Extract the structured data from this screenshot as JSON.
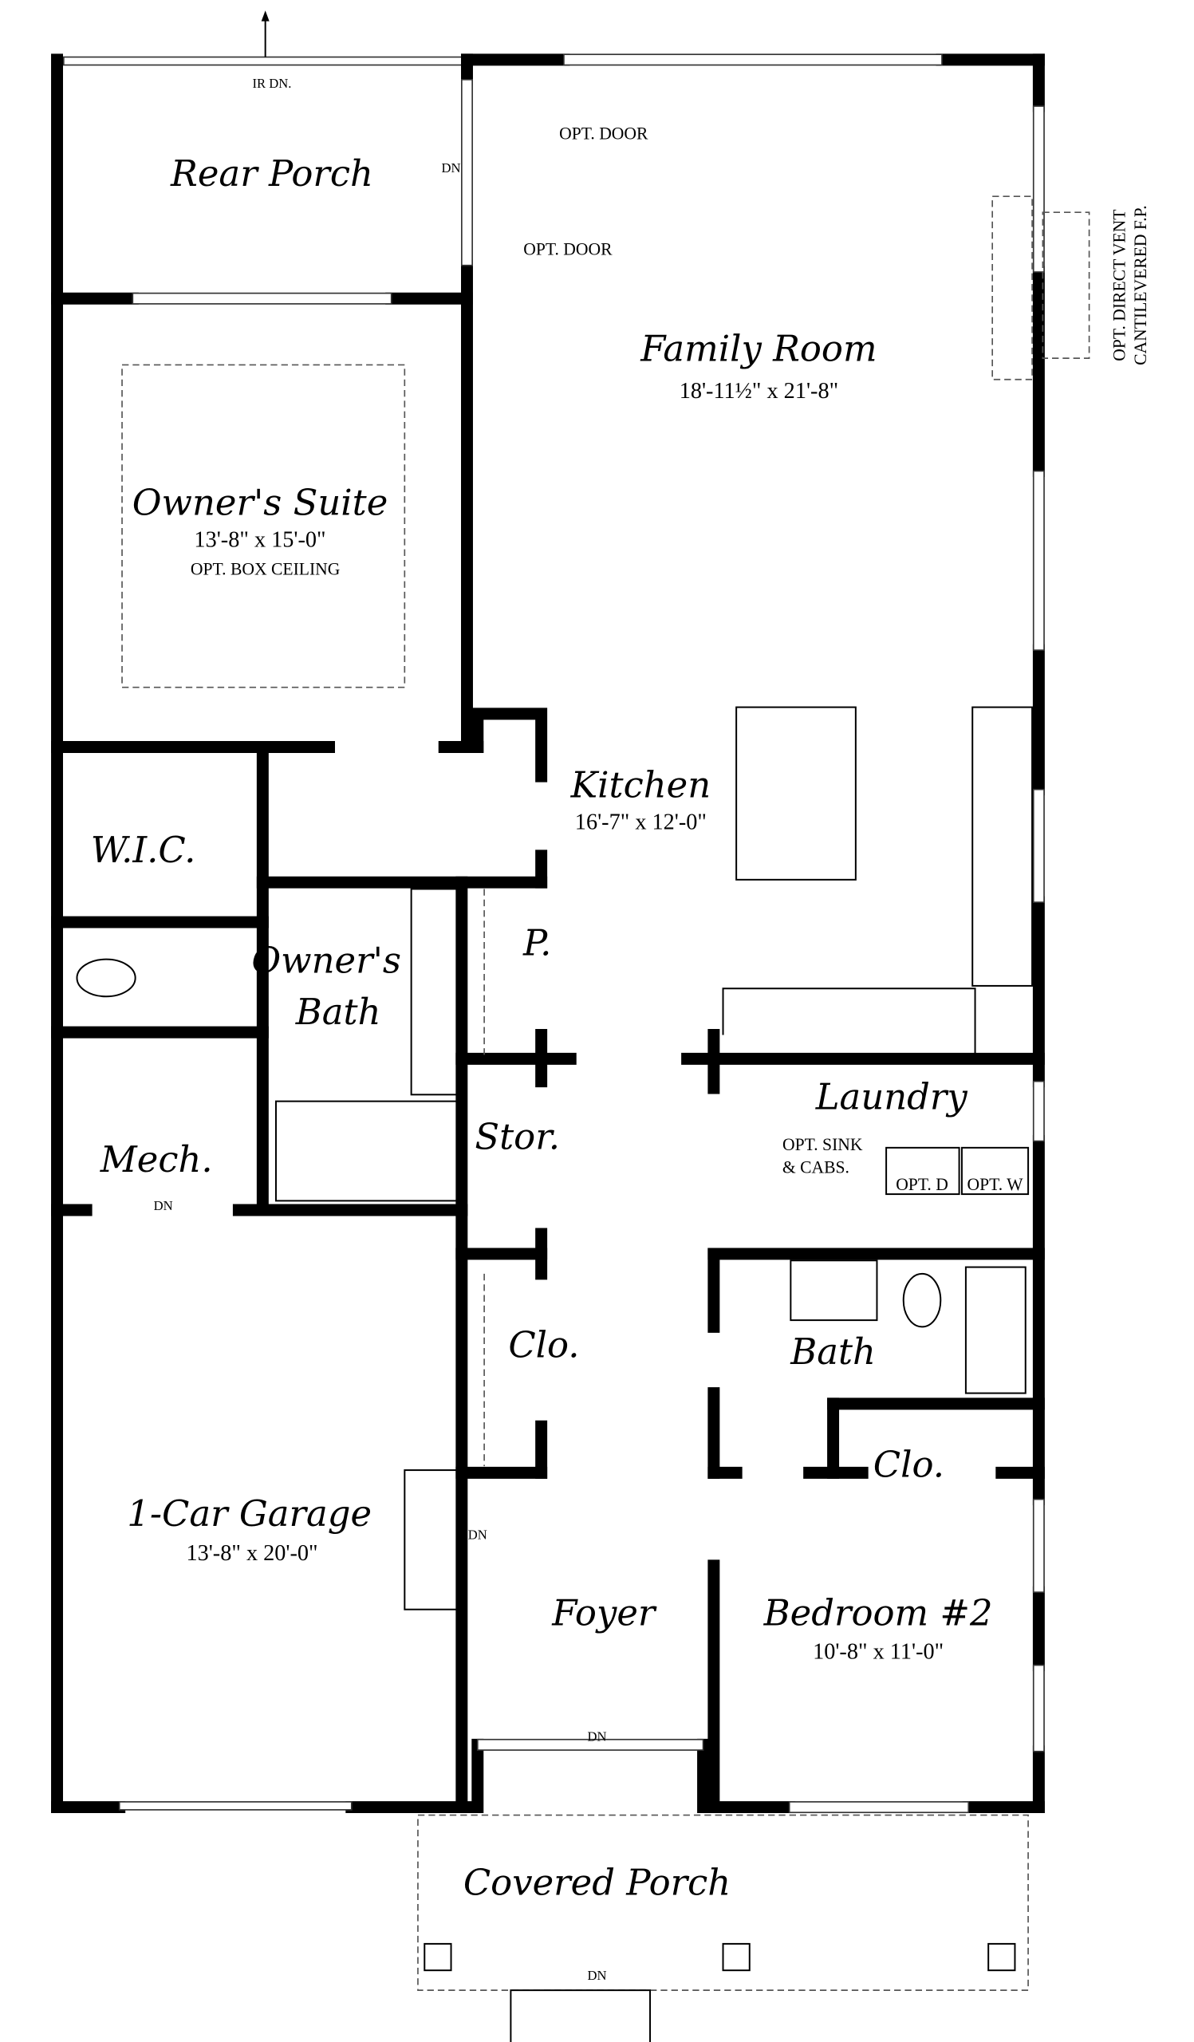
{
  "rooms": {
    "rear_porch": {
      "name": "Rear Porch"
    },
    "family_room": {
      "name": "Family Room",
      "size": "18'-11½\" x 21'-8\""
    },
    "owners_suite": {
      "name": "Owner's Suite",
      "size": "13'-8\" x 15'-0\"",
      "note": "OPT. BOX CEILING"
    },
    "kitchen": {
      "name": "Kitchen",
      "size": "16'-7\" x 12'-0\""
    },
    "wic": {
      "name": "W.I.C."
    },
    "owners_bath": {
      "name_line1": "Owner's",
      "name_line2": "Bath"
    },
    "pantry": {
      "name": "P."
    },
    "mech": {
      "name": "Mech."
    },
    "storage": {
      "name": "Stor."
    },
    "laundry": {
      "name": "Laundry",
      "note_line1": "OPT. SINK",
      "note_line2": "& CABS.",
      "dryer": "OPT. D",
      "washer": "OPT. W"
    },
    "bath": {
      "name": "Bath"
    },
    "closet_hall": {
      "name": "Clo."
    },
    "closet_bed": {
      "name": "Clo."
    },
    "garage": {
      "name": "1-Car Garage",
      "size": "13'-8\" x 20'-0\""
    },
    "foyer": {
      "name": "Foyer"
    },
    "bedroom2": {
      "name": "Bedroom #2",
      "size": "10'-8\" x 11'-0\""
    },
    "covered_porch": {
      "name": "Covered Porch"
    }
  },
  "notes": {
    "opt_door_1": "OPT. DOOR",
    "opt_door_2": "OPT. DOOR",
    "fireplace_line1": "OPT. DIRECT VENT",
    "fireplace_line2": "CANTILEVERED F.P.",
    "rear_dn": "IR DN.",
    "dn_porch": "DN",
    "dn_mech": "DN",
    "dn_garage": "DN",
    "dn_foyer": "DN",
    "dn_front": "DN"
  }
}
